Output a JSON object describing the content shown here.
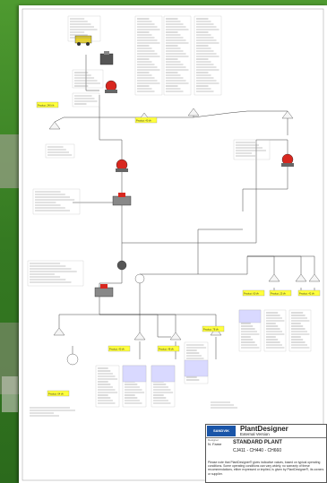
{
  "title_block": {
    "brand_logo_text": "SANDVIK",
    "product_name": "PlantDesigner",
    "version": "External Version",
    "designer_label": "Designer",
    "designer_name": "N. Fame",
    "plant_title": "STANDARD PLANT",
    "plant_code": "CJ411 - CH440 - CH660",
    "disclaimer": "Please note that PlantDesigner® gives indicative values, based on typical operating conditions. Some operating conditions can vary widely, no warranty of these recommendations, either expressed or implied, is given by PlantDesigner®, its owners or supplier."
  },
  "highlight_tags": [
    {
      "text": "Product: 240 t/h"
    },
    {
      "text": "Product: 40 t/h"
    },
    {
      "text": "Product: 64 t/h"
    },
    {
      "text": "Product: 40 t/h"
    },
    {
      "text": "Product: 48 t/h"
    },
    {
      "text": "Product: 78 t/h"
    },
    {
      "text": "Product: 60 t/h"
    },
    {
      "text": "Product: 25 t/h"
    },
    {
      "text": "Product: 42 t/h"
    }
  ],
  "colors": {
    "highlight": "#ffff3c",
    "highlight_green": "#f4ff5a",
    "tag_blue": "#d9d9ff",
    "equipment_red": "#d8271f",
    "feeder_yellow": "#e6d12a",
    "flow_line": "#444444",
    "sheet": "#ffffff",
    "logo_blue": "#1a55a8"
  }
}
